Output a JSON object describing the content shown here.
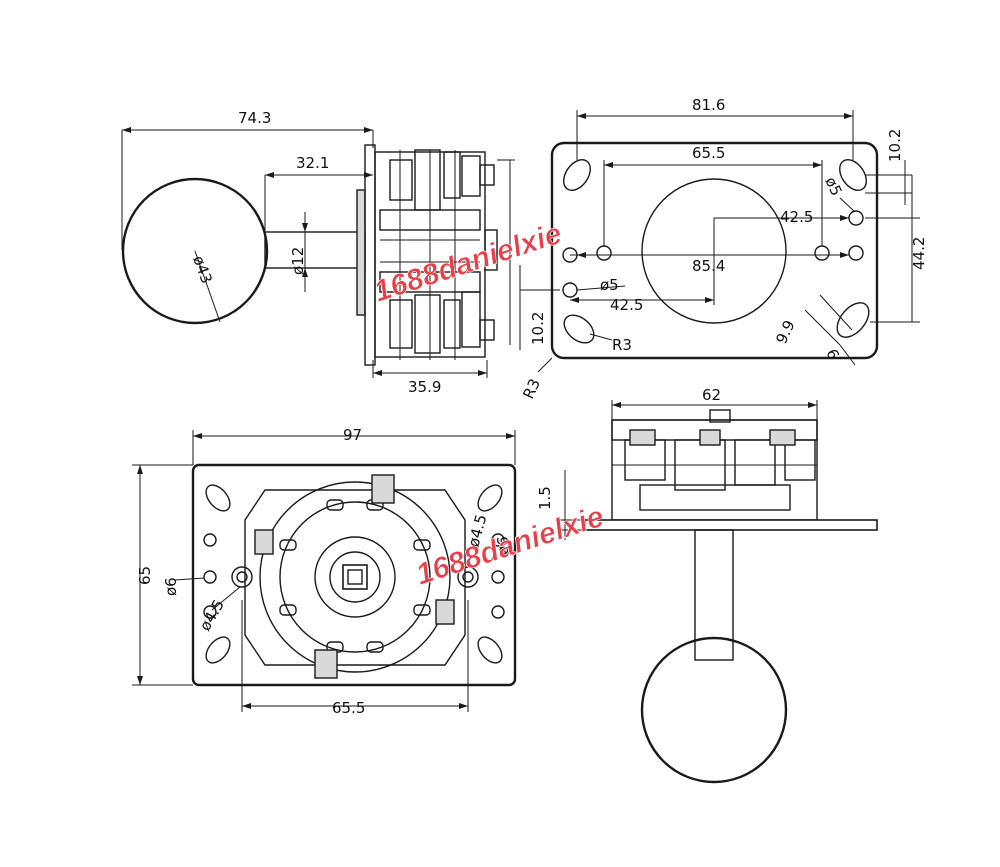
{
  "views": {
    "side_view": {
      "dim_overall_width": "74.3",
      "dim_ball_to_base": "32.1",
      "dim_shaft": "ø12",
      "dim_ball": "ø43",
      "dim_base_depth": "35.9"
    },
    "top_plate_view": {
      "dim_plate_width": "81.6",
      "dim_hole_spacing": "65.5",
      "dim_top_offset": "10.2",
      "dim_corner_hole": "ø5",
      "dim_center_to_hole": "42.5",
      "dim_diagonal": "85.4",
      "dim_hole_dia": "ø5",
      "dim_lower_offset": "42.5",
      "dim_left_offset": "10.2",
      "dim_slot_radius": "R3",
      "dim_corner_radius": "R3",
      "dim_side_height": "44.2",
      "dim_slot_length": "9.9",
      "dim_slot_width": "6"
    },
    "bottom_view": {
      "dim_width": "97",
      "dim_height": "65",
      "dim_hole_spacing": "65.5",
      "dim_side_hole": "ø6",
      "dim_mount_left": "ø4.5",
      "dim_mount_right": "ø4.5",
      "dim_right_hole": "ø6"
    },
    "front_view": {
      "dim_width": "62",
      "dim_plate_thickness": "1.5"
    }
  },
  "watermarks": [
    "1688danielxie",
    "1688danielxie"
  ]
}
